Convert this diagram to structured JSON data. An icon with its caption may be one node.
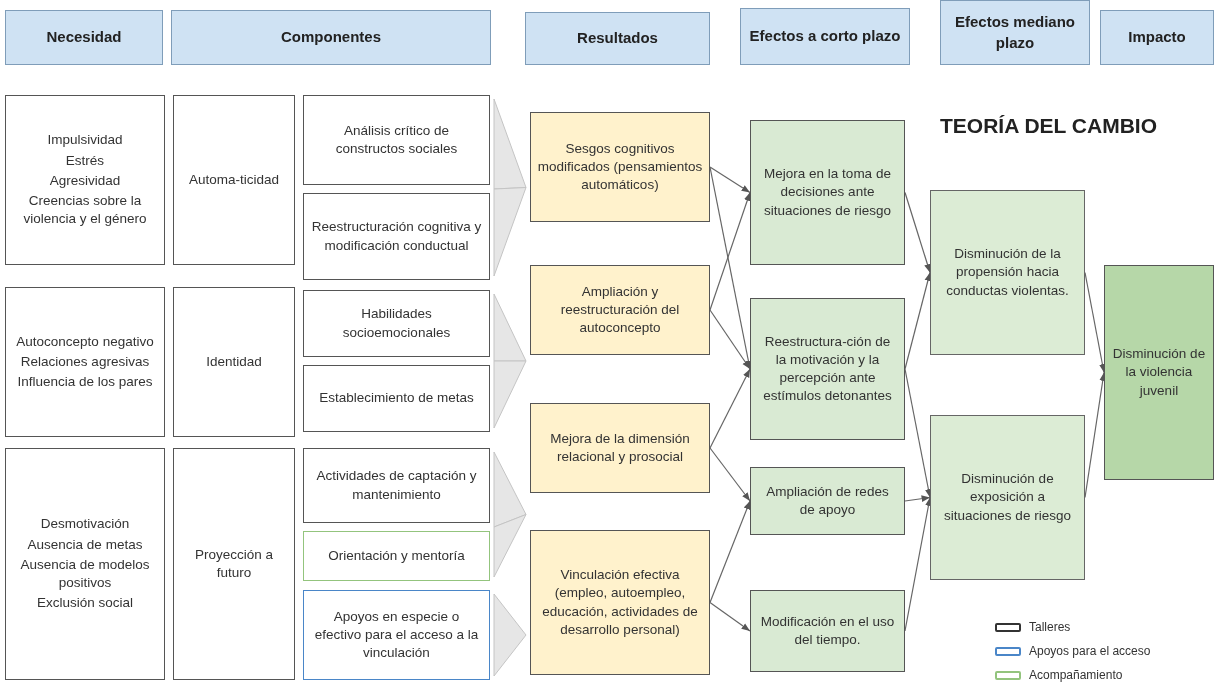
{
  "diagram": {
    "title": "TEORÍA DEL CAMBIO",
    "nodes": [
      {
        "text": [
          "Necesidad"
        ]
      },
      {
        "text": [
          "Componentes"
        ]
      },
      {
        "text": [
          "Resultados"
        ]
      },
      {
        "text": [
          "Efectos a corto plazo"
        ]
      },
      {
        "text": [
          "Efectos mediano plazo"
        ]
      },
      {
        "text": [
          "Impacto"
        ]
      },
      {
        "text": [
          "Impulsividad",
          "Estrés",
          "Agresividad",
          "Creencias sobre la violencia y el género"
        ]
      },
      {
        "text": [
          "Automa-ticidad"
        ]
      },
      {
        "text": [
          "Análisis crítico de constructos sociales"
        ]
      },
      {
        "text": [
          "Reestructuración cognitiva y modificación conductual"
        ]
      },
      {
        "text": [
          "Autoconcepto negativo",
          "Relaciones agresivas",
          "Influencia de los pares"
        ]
      },
      {
        "text": [
          "Identidad"
        ]
      },
      {
        "text": [
          "Habilidades socioemocionales"
        ]
      },
      {
        "text": [
          "Establecimiento de metas"
        ]
      },
      {
        "text": [
          "Desmotivación",
          "Ausencia de metas",
          "Ausencia de modelos positivos",
          "Exclusión social"
        ]
      },
      {
        "text": [
          "Proyección a futuro"
        ]
      },
      {
        "text": [
          "Actividades de captación y mantenimiento"
        ]
      },
      {
        "text": [
          "Orientación y mentoría"
        ]
      },
      {
        "text": [
          "Apoyos en especie o efectivo para el acceso a la vinculación"
        ]
      },
      {
        "text": [
          "Sesgos cognitivos modificados (pensamientos automáticos)"
        ]
      },
      {
        "text": [
          "Ampliación y reestructuración del autoconcepto"
        ]
      },
      {
        "text": [
          "Mejora de la dimensión relacional y prosocial"
        ]
      },
      {
        "text": [
          "Vinculación efectiva (empleo, autoempleo, educación, actividades de desarrollo personal)"
        ]
      },
      {
        "text": [
          "Mejora en la toma de decisiones ante situaciones de riesgo"
        ]
      },
      {
        "text": [
          "Reestructura-ción de la motivación y la percepción ante estímulos detonantes"
        ]
      },
      {
        "text": [
          "Ampliación de redes de apoyo"
        ]
      },
      {
        "text": [
          "Modificación en el uso del tiempo."
        ]
      },
      {
        "text": [
          "Disminución de la propensión hacia conductas violentas."
        ]
      },
      {
        "text": [
          "Disminución de exposición a situaciones de riesgo"
        ]
      },
      {
        "text": [
          "Disminución de la violencia juvenil"
        ]
      }
    ],
    "edges": [
      {
        "from": 8,
        "to": 19,
        "arrow": "to"
      },
      {
        "from": 9,
        "to": 19,
        "arrow": "to"
      },
      {
        "from": 12,
        "to": 20,
        "arrow": "to"
      },
      {
        "from": 13,
        "to": 20,
        "arrow": "to"
      },
      {
        "from": 16,
        "to": 21,
        "arrow": "to"
      },
      {
        "from": 17,
        "to": 21,
        "arrow": "to"
      },
      {
        "from": 18,
        "to": 22,
        "arrow": "to"
      },
      {
        "from": 19,
        "to": 23,
        "arrow": "to"
      },
      {
        "from": 19,
        "to": 24,
        "arrow": "to"
      },
      {
        "from": 20,
        "to": 23,
        "arrow": "to"
      },
      {
        "from": 20,
        "to": 24,
        "arrow": "to"
      },
      {
        "from": 21,
        "to": 24,
        "arrow": "to"
      },
      {
        "from": 21,
        "to": 25,
        "arrow": "to"
      },
      {
        "from": 22,
        "to": 25,
        "arrow": "to"
      },
      {
        "from": 22,
        "to": 26,
        "arrow": "to"
      },
      {
        "from": 23,
        "to": 27,
        "arrow": "to"
      },
      {
        "from": 24,
        "to": 27,
        "arrow": "to"
      },
      {
        "from": 24,
        "to": 28,
        "arrow": "to"
      },
      {
        "from": 25,
        "to": 28,
        "arrow": "to"
      },
      {
        "from": 26,
        "to": 28,
        "arrow": "to"
      },
      {
        "from": 27,
        "to": 29,
        "arrow": "to"
      },
      {
        "from": 28,
        "to": 29,
        "arrow": "to"
      }
    ],
    "legend": [
      {
        "text": "Talleres",
        "color": "#333333"
      },
      {
        "text": "Apoyos para el acceso",
        "color": "#4a86c8"
      },
      {
        "text": "Acompañamiento",
        "color": "#93c47d"
      }
    ]
  }
}
